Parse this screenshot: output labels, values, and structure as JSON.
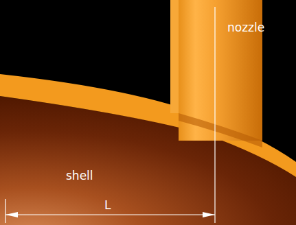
{
  "diagram": {
    "labels": [
      "nozzle",
      "shell",
      "L"
    ]
  }
}
